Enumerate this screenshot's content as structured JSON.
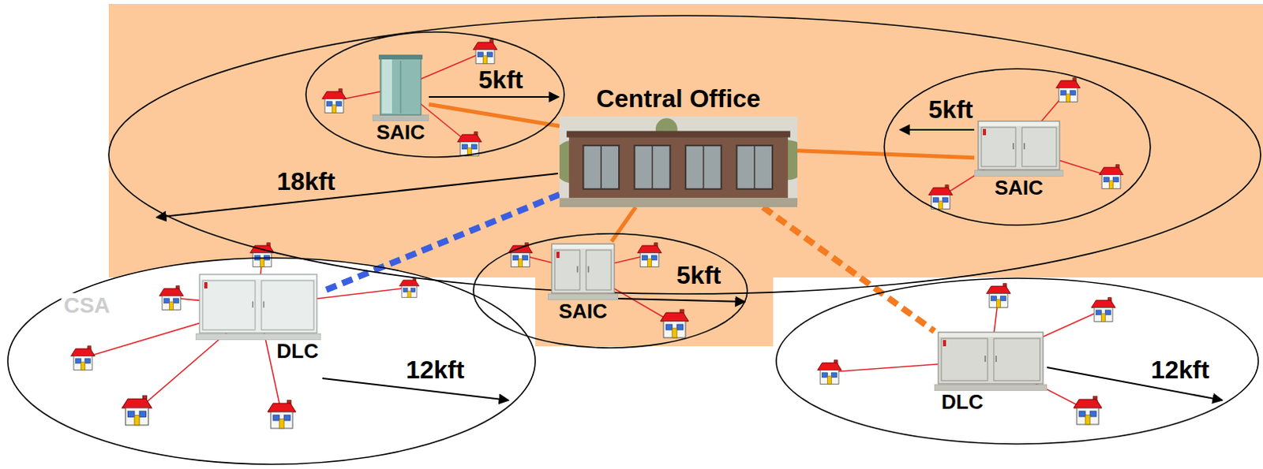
{
  "diagram": {
    "nodes": [
      {
        "text": [
          "18kft"
        ]
      },
      {
        "text": [
          "Central Office"
        ],
        "in": 0
      },
      {
        "text": [
          "5kft"
        ],
        "in": 0
      },
      {
        "text": [
          "SAIC"
        ],
        "in": 2
      },
      {
        "text": [
          "5kft"
        ],
        "in": 0
      },
      {
        "text": [
          "SAIC"
        ],
        "in": 4
      },
      {
        "text": [
          "5kft"
        ],
        "in": 0
      },
      {
        "text": [
          "SAIC"
        ],
        "in": 6
      },
      {
        "text": [
          "CSA",
          "12kft"
        ]
      },
      {
        "text": [
          "DLC"
        ],
        "in": 8
      },
      {
        "text": [
          "12kft"
        ]
      },
      {
        "text": [
          "DLC"
        ],
        "in": 10
      }
    ],
    "edges": [
      {
        "from": 1,
        "to": 3,
        "arrow": "none"
      },
      {
        "from": 1,
        "to": 5,
        "arrow": "none"
      },
      {
        "from": 1,
        "to": 7,
        "arrow": "none"
      },
      {
        "from": 1,
        "to": 9,
        "arrow": "none"
      },
      {
        "from": 1,
        "to": 11,
        "arrow": "none"
      }
    ]
  }
}
